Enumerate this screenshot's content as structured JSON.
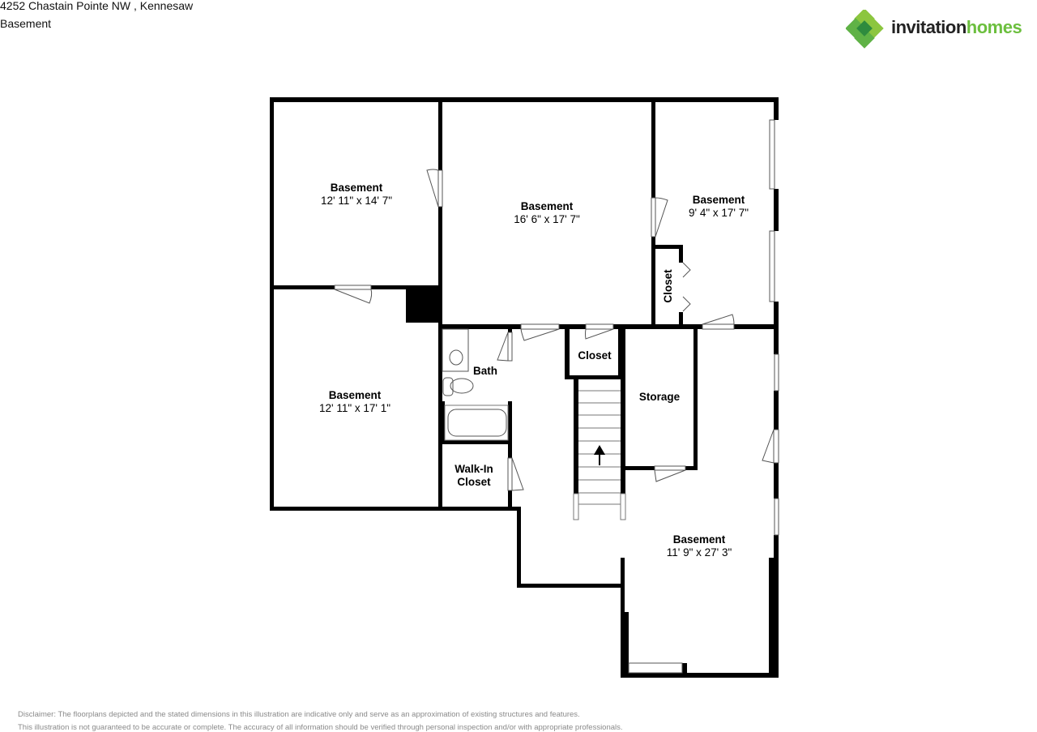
{
  "header": {
    "address": "4252 Chastain Pointe NW , Kennesaw",
    "level": "Basement"
  },
  "logo": {
    "icon": "clover-diamond-logo-icon",
    "text_part1": "invitation",
    "text_part2": "homes",
    "colors": {
      "light_green": "#8cc63f",
      "mid_green": "#5fb246",
      "dark_green": "#2e8b3e",
      "text_dark": "#222222"
    }
  },
  "rooms": [
    {
      "id": "basement-top-left",
      "name": "Basement",
      "dimensions": "12' 11\" x 14' 7\""
    },
    {
      "id": "basement-top-center",
      "name": "Basement",
      "dimensions": "16' 6\" x 17' 7\""
    },
    {
      "id": "basement-top-right",
      "name": "Basement",
      "dimensions": "9' 4\" x 17' 7\""
    },
    {
      "id": "closet-vertical",
      "name": "Closet"
    },
    {
      "id": "basement-left",
      "name": "Basement",
      "dimensions": "12' 11\" x 17' 1\""
    },
    {
      "id": "bath",
      "name": "Bath"
    },
    {
      "id": "closet-small",
      "name": "Closet"
    },
    {
      "id": "storage",
      "name": "Storage"
    },
    {
      "id": "walk-in-closet",
      "name": "Walk-In\nCloset",
      "line1": "Walk-In",
      "line2": "Closet"
    },
    {
      "id": "basement-bottom-right",
      "name": "Basement",
      "dimensions": "11' 9\" x 27' 3\""
    }
  ],
  "stairs": {
    "direction": "up",
    "icon": "arrow-up-icon"
  },
  "disclaimer": {
    "line1": "Disclaimer: The floorplans depicted and the stated dimensions in this illustration are indicative only and serve as an approximation of existing structures and features.",
    "line2": "This illustration is not guaranteed to be accurate or complete. The accuracy of all information should be verified through personal inspection and/or with appropriate professionals."
  }
}
